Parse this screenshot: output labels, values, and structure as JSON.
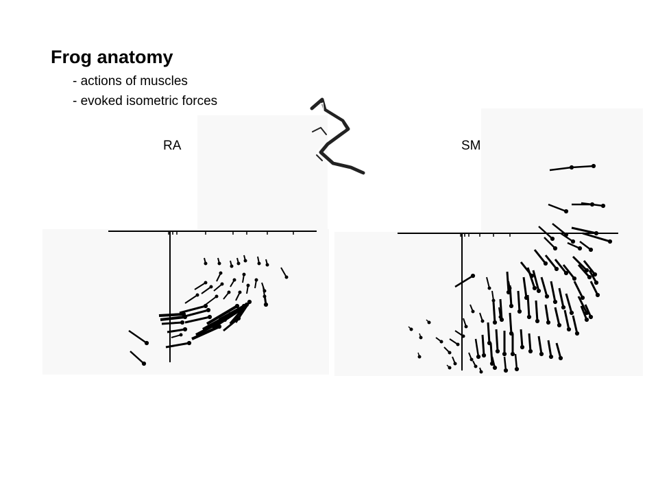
{
  "slide": {
    "title": "Frog anatomy",
    "bullets": [
      "- actions of muscles",
      "- evoked isometric forces"
    ]
  },
  "panels": {
    "left_label": "RA",
    "right_label": "SM"
  },
  "figure": {
    "leg_icon": "frog-leg-icon",
    "arrow_color": "#000000",
    "panel_background": "#f7f7f7"
  }
}
